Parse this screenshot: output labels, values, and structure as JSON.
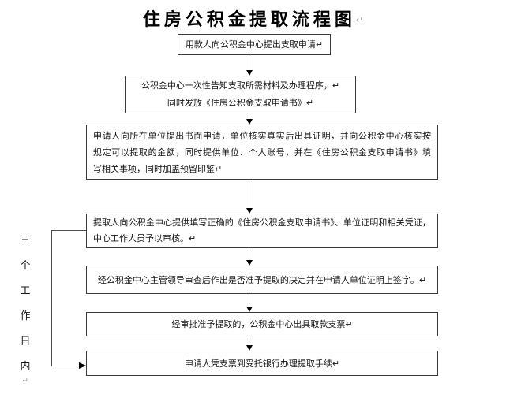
{
  "title": {
    "text": "住房公积金提取流程图",
    "mark": "↵"
  },
  "side_label": {
    "meaning": "三个工作日内",
    "chars": [
      "三",
      "个",
      "工",
      "作",
      "日",
      "内"
    ],
    "mark": "↵"
  },
  "boxes": [
    {
      "lines": [
        "用款人向公积金中心提出支取申请↵"
      ]
    },
    {
      "lines": [
        "公积金中心一次性告知支取所需材料及办理程序，↵",
        "同时发放《住房公积金支取申请书》↵"
      ]
    },
    {
      "lines": [
        "申请人向所在单位提出书面申请，单位核实真实后出具证明，并向公积金中心核实按",
        "规定可以提取的金额，同时提供单位、个人账号，并在《住房公积金支取申请书》填",
        "写相关事项，同时加盖预留印鉴↵"
      ]
    },
    {
      "lines": [
        "提取人向公积金中心提供填写正确的《住房公积金支取申请书》、单位证明和相关凭证，",
        "中心工作人员予以审核。↵"
      ]
    },
    {
      "lines": [
        "经公积金中心主管领导审查后作出是否准予提取的决定并在申请人单位证明上签字。↵"
      ]
    },
    {
      "lines": [
        "经审批准予提取的，公积金中心出具取款支票↵"
      ]
    },
    {
      "lines": [
        "申请人凭支票到受托银行办理提取手续↵"
      ]
    }
  ],
  "colors": {
    "background": "#ffffff",
    "box_border": "#3a3a3a",
    "connector_line": "#4d4d4d",
    "arrowhead": "#000000",
    "text": "#141414"
  }
}
